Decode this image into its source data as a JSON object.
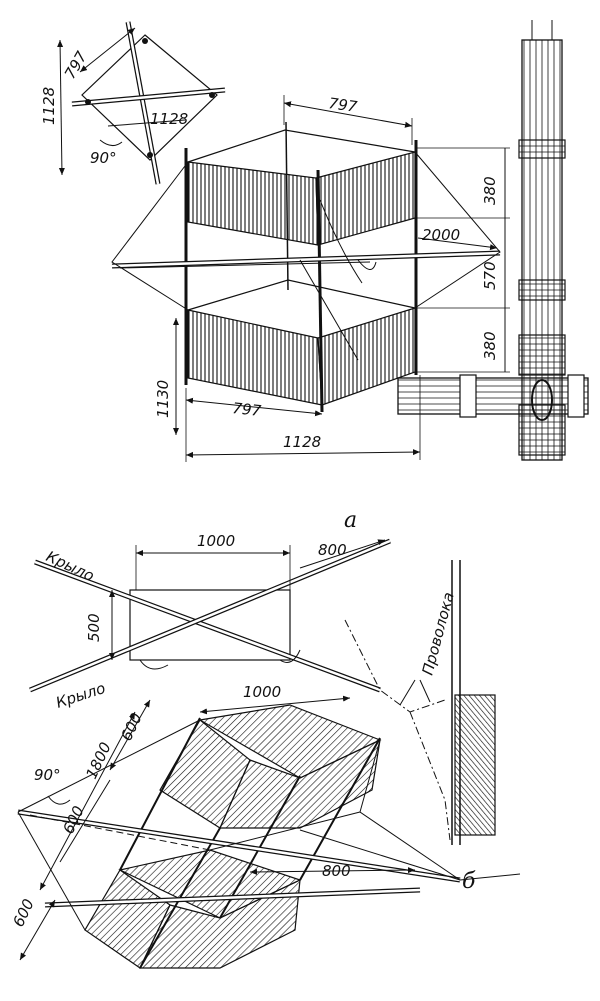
{
  "figure_label_a": "а",
  "figure_label_b": "б",
  "top": {
    "inset": {
      "d1": "797",
      "d2": "1128",
      "d3": "1128",
      "angle": "90°"
    },
    "dims": {
      "top_width": "797",
      "depth_top": "380",
      "span": "2000",
      "mid": "570",
      "depth_bottom": "380",
      "height": "1130",
      "bottom_width": "797",
      "bottom_full": "1128"
    }
  },
  "bottom": {
    "wing_upper": "Крыло",
    "wing_lower": "Крыло",
    "plan": {
      "width": "1000",
      "height": "500",
      "diag": "800"
    },
    "wire": "Проволока",
    "kite": {
      "top": "1000",
      "d600a": "600",
      "d1800": "1800",
      "d600b": "600",
      "angle": "90°",
      "d800": "800",
      "d600c": "600"
    }
  }
}
